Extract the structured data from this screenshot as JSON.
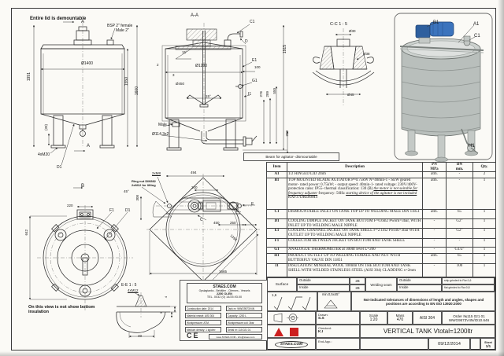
{
  "views": {
    "front": {
      "note_lid": "Entire lid is demountable",
      "arrow_top": "A",
      "arrow_bottom": "A",
      "bsp_line1": "BSP 2\" female",
      "bsp_line2": "Male 2\"",
      "dim_d1400": "Ø1400",
      "dim_1991": "1991",
      "dim_1550": "1550",
      "dim_1600": "1600",
      "dim_33": "(33)",
      "dim_4xm20": "4xM20",
      "lbl_d1": "D1"
    },
    "section_aa": {
      "title": "A-A",
      "lbl_c1": "C1",
      "lbl_d": "D",
      "lbl_e1": "E1",
      "dim_100": "100",
      "dim_d1200": "Ø1200",
      "dim_15_top": "15°",
      "dim_2": "2",
      "dim_3": "3",
      "dim_d450": "Ø450",
      "dim_15_cone": "15°",
      "lbl_g1": "G1",
      "lbl_i1": "I1",
      "dim_1915": "1915",
      "dim_276": "276",
      "dim_289": "289",
      "dim_550": "550",
      "lbl_male2": "Male 2\"",
      "dim_d1143": "Ø114.3x2",
      "dim_250": "250",
      "beam_note": "Beam for agitator- dismountable"
    },
    "section_cc": {
      "title": "C-C 1 : 5",
      "dim_d30": "Ø30",
      "dim_d38": "Ø38",
      "dim_d45": "Ø45"
    },
    "iso": {
      "lbl_b1": "B1",
      "lbl_a1": "A1",
      "lbl_c1": "C1",
      "lbl_h1": "H1"
    },
    "bottom_view": {
      "arrow_b": "B",
      "dim_220": "220",
      "dim_642": "642",
      "lbl_f1": "F1",
      "lbl_d1": "D1",
      "note": "On this view is not show bottom insulation"
    },
    "top_view": {
      "dim_2xm8": "2xM8",
      "dim_494": "494",
      "ring_note_1": "Ring nut DIN582",
      "ring_note_2": "2xM12 for lifting",
      "dim_45deg": "45°",
      "dim_200": "200",
      "dim_300": "300",
      "lbl_c": "C",
      "lbl_e": "E",
      "dim_450": "450",
      "dim_250": "250",
      "dim_1396": "1396",
      "dim_1665": "1665"
    },
    "section_ee": {
      "title": "E-E 1 : 5",
      "dim_4xm12": "4xM12",
      "dim_40": "40",
      "dim_4": "4",
      "dim_3": "3"
    }
  },
  "parts_table": {
    "headers": {
      "item": "Item",
      "description": "Description",
      "pn1": "PN",
      "pn2": "MPa",
      "dn1": "DN",
      "dn2": "mm.",
      "qty": "Qty."
    },
    "rows": [
      {
        "item": "A1",
        "description": "1/2 HINGED LID 2mm",
        "pn": "atm.",
        "dn": "-",
        "qty": "2"
      },
      {
        "item": "B1",
        "desc_1": "TOP MOUNTED BLADE AGITATOR P=0.75kW N=40min-1 - SEW geared motor- rated power: 0.75kW; - output speed: 40min-1- rated voltage: 230V/400V- protection calss: IP55- thermal classification: 130 (B) ",
        "desc_i1": "the motor is not suitable for frequency adjuster",
        "desc_2": " frequency: 50Hz ",
        "desc_i2": "starting device of the agitator is not included",
        "desc_3": " KAF37DRE80M4",
        "pn": "atm.",
        "dn": "-",
        "qty": "1"
      },
      {
        "item": "C1",
        "description": "DISMOUNTABLE INLET ON TANK TOP UP TO WELDING MALE DIN 11851",
        "pn": "atm.",
        "dn": "65",
        "qty": "1"
      },
      {
        "item": "D1",
        "description": "COOLING DIMPLE JACKET ON TANK BOTTOM F=0.6m2 Pwork=3bar, WITH INLET UP TO WELDING MALE NIPPLE",
        "pn": "-",
        "dn": "G2\"",
        "qty": "1"
      },
      {
        "item": "E1",
        "description": "COOLING CHANNEL JACKET ON TANK SHELL F=2.1m2 Pwork=3bar WITH OUTLET UP TO WELDING MALE NIPPLE",
        "pn": "-",
        "dn": "G2\"",
        "qty": "1"
      },
      {
        "item": "F1",
        "description": "COLLECTOR BETWEEN JACKET ON BOTTOM AND TANK SHELL",
        "pn": "-",
        "dn": "-",
        "qty": "1"
      },
      {
        "item": "G1",
        "description": "ANALOGUE THERMOMETER at 300ltr level L=200",
        "pn": "-",
        "dn": "G1/2\"",
        "qty": "1"
      },
      {
        "item": "H1",
        "description": "PRODUCT OUTLET UP TO WELDING FEMALE AND NUT WITH BUTTERFLY VALVE DIN 11851",
        "pn": "atm.",
        "dn": "65",
        "qty": "1"
      },
      {
        "item": "I1",
        "description": "INSULATION: MINERAL WOOL 100mm ON THE BOTTOM AND TANK SHELL WITH WELDED STAINLESS STEEL (AISI 304) CLADDING s=2mm",
        "pn": "-",
        "dn": "100",
        "qty": "1"
      }
    ]
  },
  "title_block": {
    "surface_label": "Surface",
    "surface_outside_label": "Outside",
    "surface_outside_value": "2B",
    "surface_inside_label": "Inside",
    "surface_inside_value": "2B",
    "weld_label": "Welding seam",
    "weld_outside_label": "Outside",
    "weld_outside_value": "strip grinded to Ra<1,6",
    "weld_inside_label": "Inside",
    "weld_inside_value": "flat grinded to Ra<0,8",
    "roughness": "1,6",
    "chamfer": "min.0,5x45°",
    "tolerance_note": "Not-indicated tolerances of dimensions of length and angles, shapes and positions are according to EN ISO 13920:2000",
    "drawn_label": "Drawn:",
    "drawn_value": "S.S",
    "checked_label": "Checked:",
    "checked_value": "K.I",
    "endapp_label": "End.App.:",
    "scale_label": "Scale",
    "scale_value": "1:20",
    "mass_label": "Mass",
    "mass_value": "470",
    "material": "AISI 304",
    "order_line1": "Order №115 021 01",
    "order_line2": "WWG9573V4N/ID10.646",
    "title": "VERTICAL TANK Vtotal=1200ltr",
    "date": "09/12/2014",
    "sheet_label": "Sheet",
    "sheet_value": "1/1",
    "logo": "STAES.COM"
  },
  "nameplate": {
    "company": "STAES.COM",
    "subtitle": "Opslagtanks - Behälter - Citernes - Vessels",
    "city": "2250 OLEN",
    "phone": "TEL. 0032 (0) 14/25.93.00",
    "field_l1": "Construction date: 2014",
    "field_l2": "Material vessel: AISI 304",
    "field_l3": "Workpressure: ATM.",
    "field_l4": "Medium density: 1 kg/dm³",
    "field_r1": "Tank nr: WWG9573V4N",
    "field_r2": "Capacity: 1200 L",
    "field_r3": "Workpressure coil: 3bar",
    "field_r4": "Serial nr: 115 021 01",
    "ce": "CE",
    "web": "www.STAES.COM - info@staes.com"
  },
  "colors": {
    "line": "#2c2c2c",
    "tank_gray": "#c9cecb",
    "motor_blue": "#3c74bd",
    "logo_red": "#cc1f1f"
  }
}
